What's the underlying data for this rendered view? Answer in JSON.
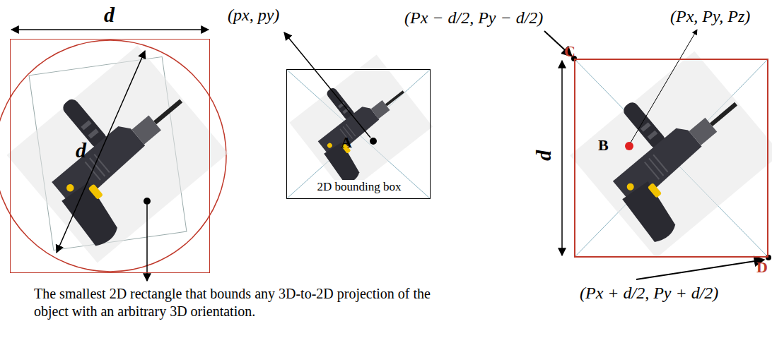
{
  "diagram": {
    "nodes": [
      {
        "text": [
          "d",
          "d"
        ]
      },
      {
        "text": [
          "A",
          "2D bounding box"
        ]
      },
      {
        "text": [
          "d",
          "B"
        ]
      }
    ],
    "labels": [
      "(px, py)",
      "(Px − d/2, Py − d/2)",
      "(Px, Py, Pz)",
      "C",
      "D",
      "(Px + d/2, Py + d/2)",
      "The smallest 2D rectangle that bounds any 3D-to-2D projection of the object with an arbitrary 3D orientation."
    ]
  }
}
